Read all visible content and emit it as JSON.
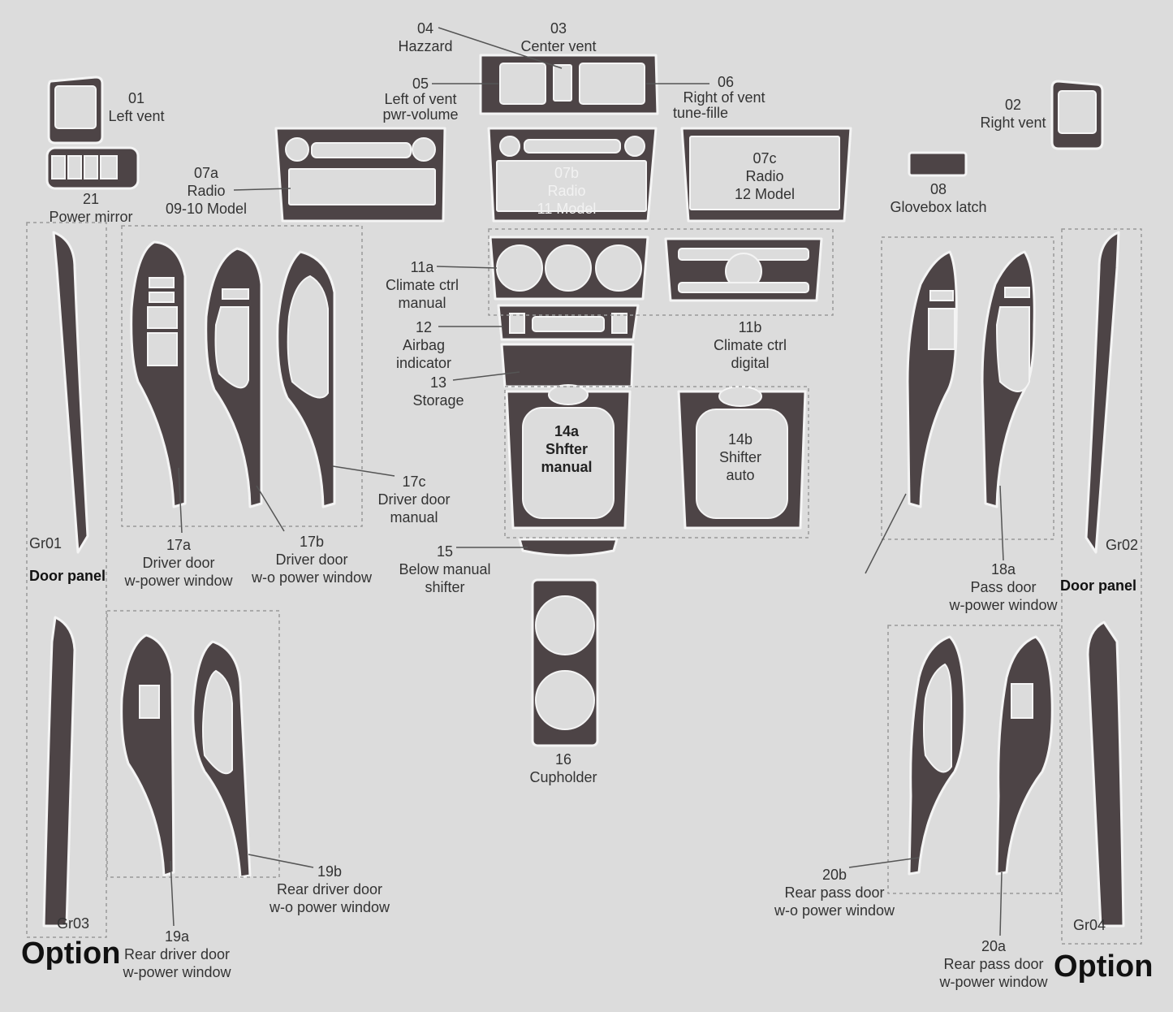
{
  "colors": {
    "background": "#dcdcdc",
    "part_fill": "#4d4446",
    "part_stroke": "#f4f4f4",
    "leader": "#555555",
    "dashed_group": "#9a9a9a",
    "label_text": "#333333"
  },
  "labels": {
    "p01": {
      "code": "01",
      "name": "Left vent"
    },
    "p02": {
      "code": "02",
      "name": "Right vent"
    },
    "p03": {
      "code": "03",
      "name": "Center vent"
    },
    "p04": {
      "code": "04",
      "name": "Hazzard"
    },
    "p05": {
      "code": "05",
      "name": "Left of vent",
      "sub": "pwr-volume"
    },
    "p06": {
      "code": "06",
      "name": "Right of vent",
      "sub": "tune-fille"
    },
    "p07a": {
      "code": "07a",
      "name": "Radio",
      "sub": "09-10 Model"
    },
    "p07b": {
      "code": "07b",
      "name": "Radio",
      "sub": "11 Model"
    },
    "p07c": {
      "code": "07c",
      "name": "Radio",
      "sub": "12 Model"
    },
    "p08": {
      "code": "08",
      "name": "Glovebox latch"
    },
    "p11a": {
      "code": "11a",
      "name": "Climate ctrl",
      "sub": "manual"
    },
    "p11b": {
      "code": "11b",
      "name": "Climate ctrl",
      "sub": "digital"
    },
    "p12": {
      "code": "12",
      "name": "Airbag",
      "sub": "indicator"
    },
    "p13": {
      "code": "13",
      "name": "Storage"
    },
    "p14a": {
      "code": "14a",
      "name": "Shfter",
      "sub": "manual"
    },
    "p14b": {
      "code": "14b",
      "name": "Shifter",
      "sub": "auto"
    },
    "p15": {
      "code": "15",
      "name": "Below manual",
      "sub": "shifter"
    },
    "p16": {
      "code": "16",
      "name": "Cupholder"
    },
    "p17a": {
      "code": "17a",
      "name": "Driver door",
      "sub": "w-power window"
    },
    "p17b": {
      "code": "17b",
      "name": "Driver door",
      "sub": "w-o power window"
    },
    "p17c": {
      "code": "17c",
      "name": "Driver door",
      "sub": "manual"
    },
    "p18a": {
      "code": "18a",
      "name": "Pass door",
      "sub": "w-power window"
    },
    "p19a": {
      "code": "19a",
      "name": "Rear driver door",
      "sub": "w-power window"
    },
    "p19b": {
      "code": "19b",
      "name": "Rear driver door",
      "sub": "w-o power window"
    },
    "p20a": {
      "code": "20a",
      "name": "Rear pass  door",
      "sub": "w-power window"
    },
    "p20b": {
      "code": "20b",
      "name": "Rear pass door",
      "sub": "w-o power window"
    },
    "p21": {
      "code": "21",
      "name": "Power mirror"
    }
  },
  "groups": {
    "gr01": "Gr01",
    "gr02": "Gr02",
    "gr03": "Gr03",
    "gr04": "Gr04",
    "door_panel_left": "Door panel",
    "door_panel_right": "Door panel",
    "option_left": "Option",
    "option_right": "Option"
  }
}
